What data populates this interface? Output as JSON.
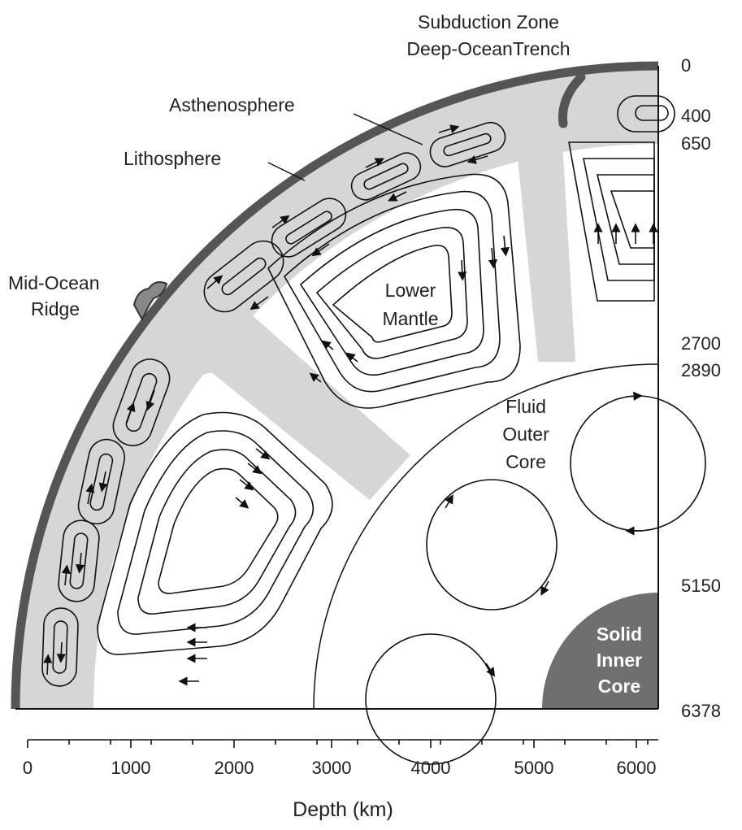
{
  "labels": {
    "subduction_zone": "Subduction Zone",
    "trench": "Deep-OceanTrench",
    "asthenosphere": "Asthenosphere",
    "lithosphere": "Lithosphere",
    "mid_ocean_1": "Mid-Ocean",
    "mid_ocean_2": "Ridge",
    "lower_mantle_1": "Lower",
    "lower_mantle_2": "Mantle",
    "outer_core_1": "Fluid",
    "outer_core_2": "Outer",
    "outer_core_3": "Core",
    "inner_core_1": "Solid",
    "inner_core_2": "Inner",
    "inner_core_3": "Core"
  },
  "depth_markers": [
    "0",
    "400",
    "650",
    "2700",
    "2890",
    "5150",
    "6378"
  ],
  "x_axis": {
    "title": "Depth (km)",
    "ticks": [
      "0",
      "1000",
      "2000",
      "3000",
      "4000",
      "5000",
      "6000"
    ]
  },
  "colors": {
    "lithosphere": "#555555",
    "asthenosphere": "#d6d6d6",
    "inner_core": "#6f6f6f",
    "lines": "#111111"
  }
}
